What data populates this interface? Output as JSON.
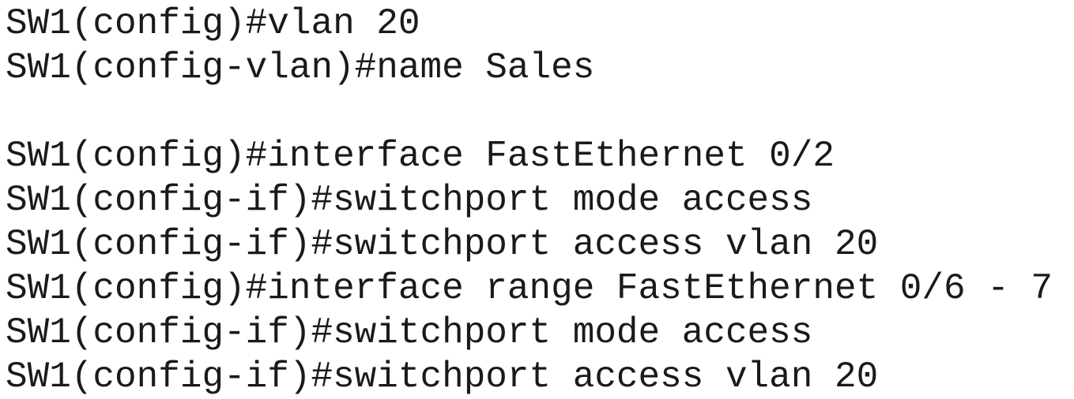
{
  "terminal": {
    "lines": [
      "SW1(config)#vlan 20",
      "SW1(config-vlan)#name Sales",
      "",
      "SW1(config)#interface FastEthernet 0/2",
      "SW1(config-if)#switchport mode access",
      "SW1(config-if)#switchport access vlan 20",
      "SW1(config)#interface range FastEthernet 0/6 - 7",
      "SW1(config-if)#switchport mode access",
      "SW1(config-if)#switchport access vlan 20"
    ]
  }
}
